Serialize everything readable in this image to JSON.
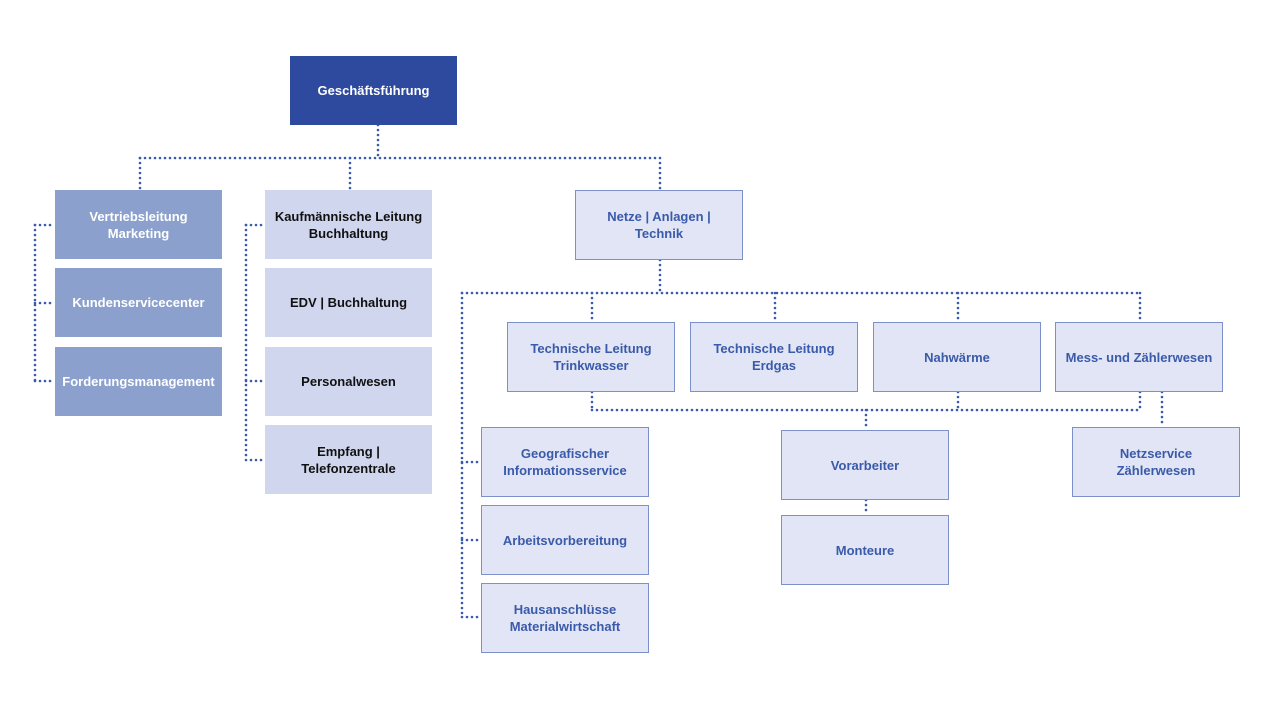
{
  "colors": {
    "top": "#2e4a9e",
    "mid": "#8ba0cc",
    "light": "#d0d6ee",
    "outline_fill": "#e1e5f5",
    "outline_border": "#7c90c9",
    "outline_text": "#3a5aaa",
    "connector": "#3a5aaa"
  },
  "org": {
    "ceo": "Geschäftsführung",
    "sales": [
      "Vertriebsleitung\nMarketing",
      "Kundenservicecenter",
      "Forderungsmanagement"
    ],
    "commercial": [
      "Kaufmännische Leitung\nBuchhaltung",
      "EDV | Buchhaltung",
      "Personalwesen",
      "Empfang | Telefonzentrale"
    ],
    "technik": "Netze | Anlagen | Technik",
    "leitung": [
      "Technische Leitung\nTrinkwasser",
      "Technische Leitung\nErdgas",
      "Nahwärme",
      "Mess- und Zählerwesen"
    ],
    "services": [
      "Geografischer\nInformationsservice",
      "Arbeitsvorbereitung",
      "Hausanschlüsse\nMaterialwirtschaft"
    ],
    "vorarbeiter": "Vorarbeiter",
    "monteure": "Monteure",
    "netzservice": "Netzservice Zählerwesen"
  }
}
